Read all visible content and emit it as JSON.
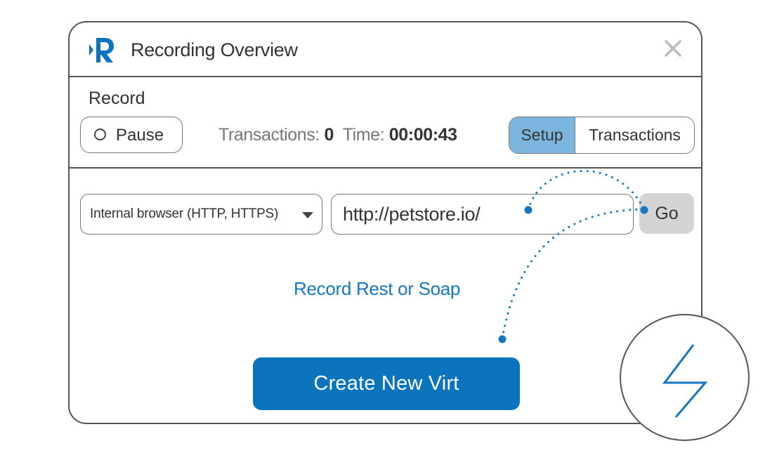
{
  "window": {
    "title": "Recording Overview",
    "logo_icon": "r-logo-icon",
    "close_icon": "close-icon"
  },
  "record": {
    "section_label": "Record",
    "pause_label": "Pause",
    "transactions_label": "Transactions:",
    "transactions_count": "0",
    "time_label": "Time:",
    "time_value": "00:00:43"
  },
  "view_toggle": {
    "setup_label": "Setup",
    "transactions_label": "Transactions",
    "selected": "Setup"
  },
  "browser": {
    "selected": "Internal browser (HTTP, HTTPS)"
  },
  "url": {
    "value": "http://petstore.io/"
  },
  "go_label": "Go",
  "rest_soap_link": "Record Rest or Soap",
  "create_button_label": "Create New Virt",
  "colors": {
    "accent": "#0b74bd",
    "setup_selected": "#7bb4dd",
    "link": "#1677c0",
    "go_bg": "#d4d4d4"
  },
  "decoration": {
    "bolt_icon": "lightning-bolt-icon"
  }
}
